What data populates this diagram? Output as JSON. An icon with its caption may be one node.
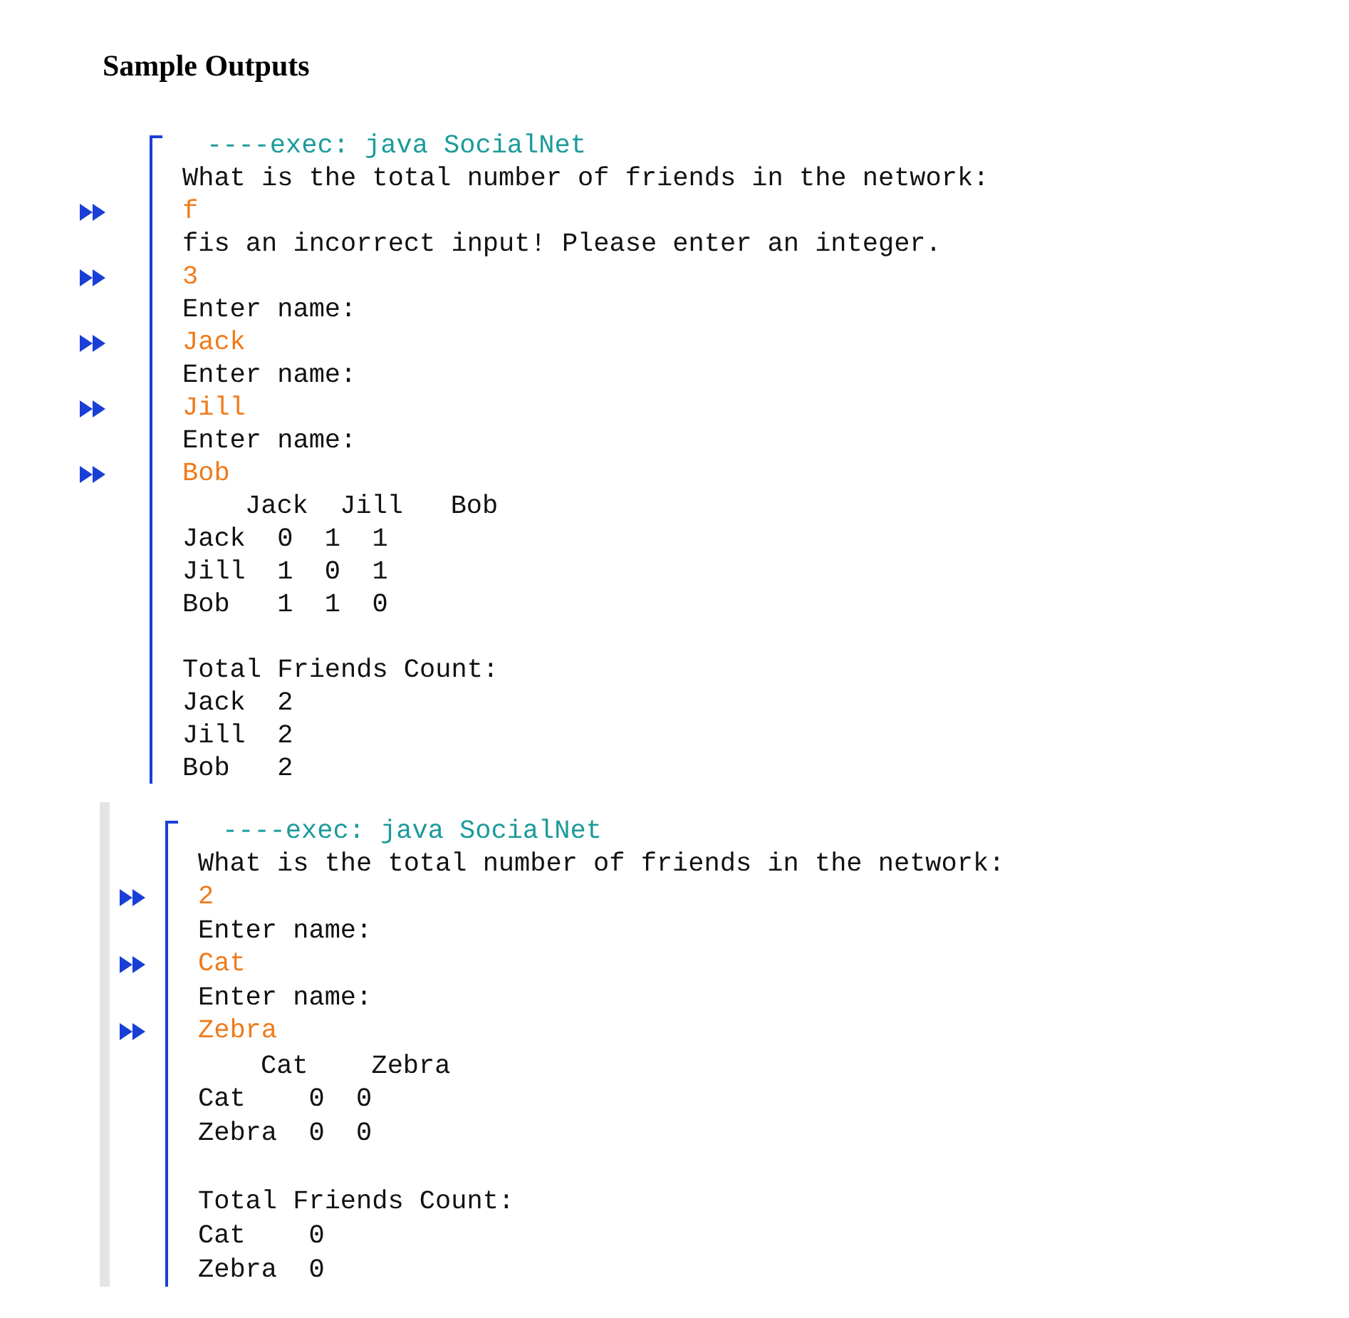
{
  "diagram": {
    "title": "Sample Outputs",
    "labels": [
      "----exec: java SocialNet",
      "What is the total number of friends in the network:",
      "f",
      "fis an incorrect input! Please enter an integer.",
      "3",
      "Enter name:",
      "Jack",
      "Enter name:",
      "Jill",
      "Enter name:",
      "Bob",
      "Jack  Jill   Bob",
      "Jack  0  1  1",
      "Jill  1  0  1",
      "Bob   1  1  0",
      "Total Friends Count:",
      "Jack  2",
      "Jill  2",
      "Bob   2",
      "----exec: java SocialNet",
      "What is the total number of friends in the network:",
      "2",
      "Enter name:",
      "Cat",
      "Enter name:",
      "Zebra",
      "Cat    Zebra",
      "Cat    0  0",
      "Zebra  0  0",
      "Total Friends Count:",
      "Cat    0",
      "Zebra  0"
    ]
  }
}
